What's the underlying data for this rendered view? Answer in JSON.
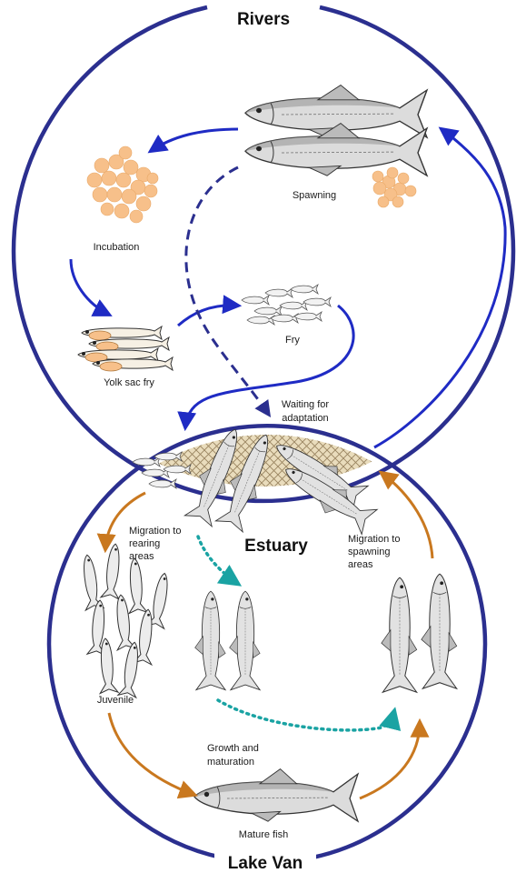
{
  "regions": {
    "rivers": "Rivers",
    "estuary": "Estuary",
    "lake": "Lake Van"
  },
  "stages": {
    "spawning": "Spawning",
    "incubation": "Incubation",
    "yolk_sac_fry": "Yolk sac fry",
    "fry": "Fry",
    "waiting_line1": "Waiting for",
    "waiting_line2": "adaptation",
    "migration_rearing_line1": "Migration to",
    "migration_rearing_line2": "rearing",
    "migration_rearing_line3": "areas",
    "migration_spawning_line1": "Migration to",
    "migration_spawning_line2": "spawning",
    "migration_spawning_line3": "areas",
    "juvenile": "Juvenile",
    "growth_line1": "Growth and",
    "growth_line2": "maturation",
    "mature_fish": "Mature fish"
  },
  "colors": {
    "circle": "#2b2f8f",
    "river_arrow": "#1f2bc4",
    "lake_arrow": "#c9781f",
    "teal_dots": "#1aa3a3",
    "egg": "#f7c08a",
    "estuary_fill": "#d8c49a"
  }
}
